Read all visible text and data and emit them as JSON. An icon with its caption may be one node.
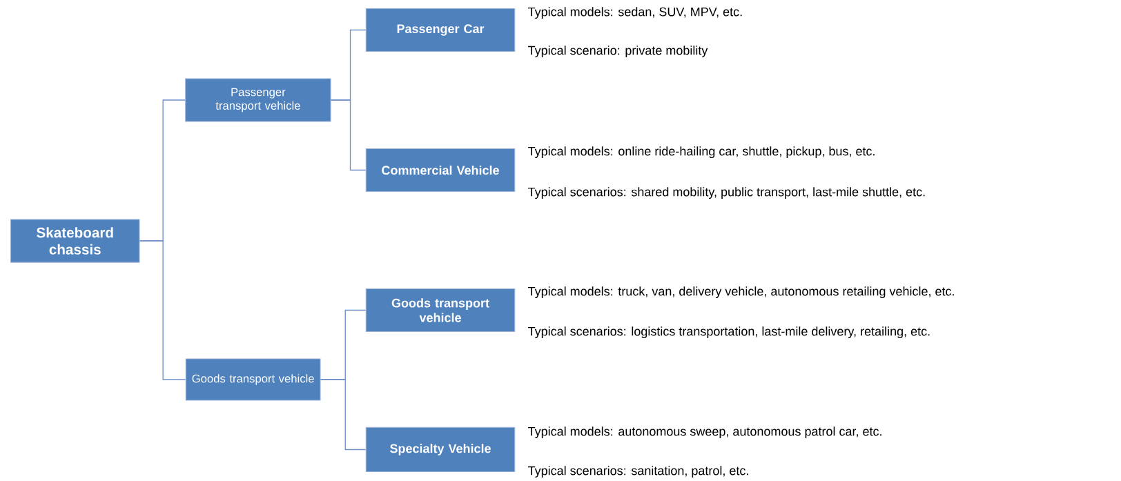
{
  "diagram": {
    "nodes": [
      {
        "text": [
          "Skateboard chassis"
        ]
      },
      {
        "text": [
          "Passenger transport vehicle"
        ]
      },
      {
        "text": [
          "Passenger Car"
        ],
        "beside": [
          "Typical models: sedan, SUV, MPV, etc.",
          "Typical scenario: private mobility"
        ]
      },
      {
        "text": [
          "Commercial Vehicle"
        ],
        "beside": [
          "Typical models: online ride-hailing car, shuttle, pickup, bus, etc.",
          "Typical scenarios: shared mobility, public transport, last-mile shuttle, etc."
        ]
      },
      {
        "text": [
          "Goods transport vehicle"
        ]
      },
      {
        "text": [
          "Goods transport vehicle"
        ],
        "beside": [
          "Typical models: truck, van, delivery vehicle, autonomous retailing vehicle, etc.",
          "Typical scenarios: logistics transportation, last-mile delivery, retailing, etc."
        ]
      },
      {
        "text": [
          "Specialty Vehicle"
        ],
        "beside": [
          "Typical models: autonomous sweep, autonomous patrol car, etc.",
          "Typical scenarios: sanitation, patrol, etc."
        ]
      }
    ],
    "edges": [
      {
        "from": 0,
        "to": 1,
        "arrow": "none"
      },
      {
        "from": 0,
        "to": 4,
        "arrow": "none"
      },
      {
        "from": 1,
        "to": 2,
        "arrow": "none"
      },
      {
        "from": 1,
        "to": 3,
        "arrow": "none"
      },
      {
        "from": 4,
        "to": 5,
        "arrow": "none"
      },
      {
        "from": 4,
        "to": 6,
        "arrow": "none"
      }
    ]
  }
}
